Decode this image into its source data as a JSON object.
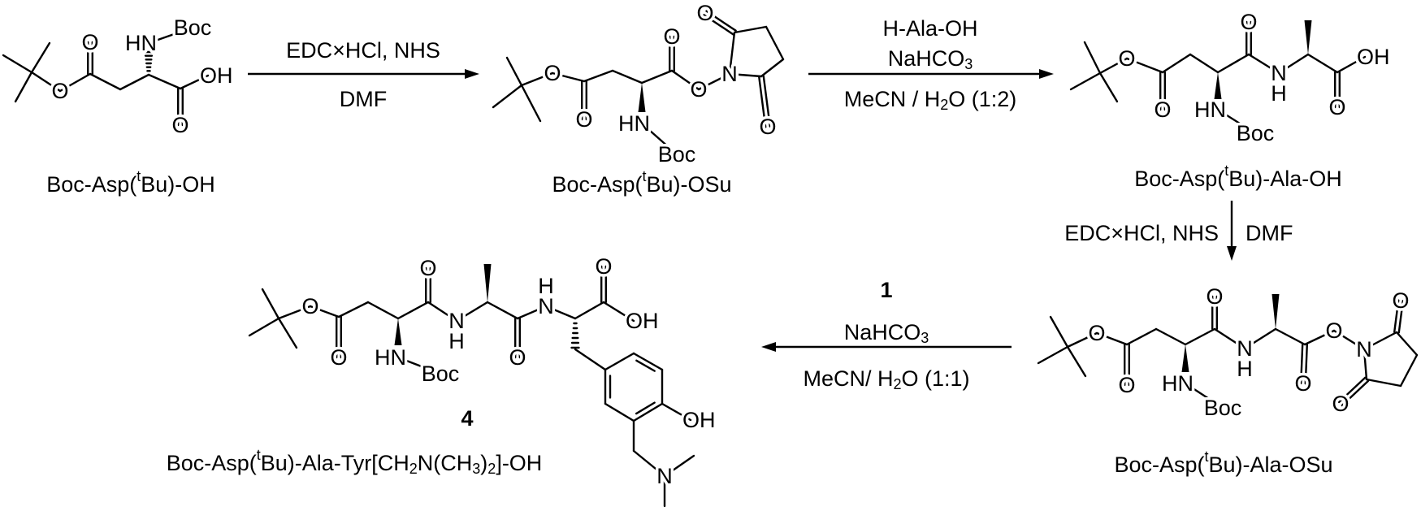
{
  "atoms": {
    "O": "O",
    "OH": "OH",
    "HN": "HN",
    "N": "N",
    "H": "H",
    "Boc": "Boc"
  },
  "compounds": [
    {
      "label": [
        "Boc-Asp(",
        "t",
        "Bu)-OH"
      ]
    },
    {
      "label": [
        "Boc-Asp(",
        "t",
        "Bu)-OSu"
      ]
    },
    {
      "label": [
        "Boc-Asp(",
        "t",
        "Bu)-Ala-OH"
      ]
    },
    {
      "label": [
        "Boc-Asp(",
        "t",
        "Bu)-Ala-OSu"
      ]
    },
    {
      "number": "4",
      "label": [
        "Boc-Asp(",
        "t",
        "Bu)-Ala-Tyr[CH",
        "2",
        "N(CH",
        "3",
        ")",
        "2",
        "]-OH"
      ]
    }
  ],
  "steps": [
    {
      "above": "EDC×HCl, NHS",
      "below": "DMF"
    },
    {
      "reagent": "H-Ala-OH",
      "above": [
        "NaHCO",
        "3"
      ],
      "below": [
        "MeCN / H",
        "2",
        "O (1:2)"
      ]
    },
    {
      "left": "EDC×HCl, NHS",
      "right": "DMF"
    },
    {
      "reagent_id": "1",
      "above": [
        "NaHCO",
        "3"
      ],
      "below": [
        "MeCN/ H",
        "2",
        "O (1:1)"
      ]
    }
  ]
}
